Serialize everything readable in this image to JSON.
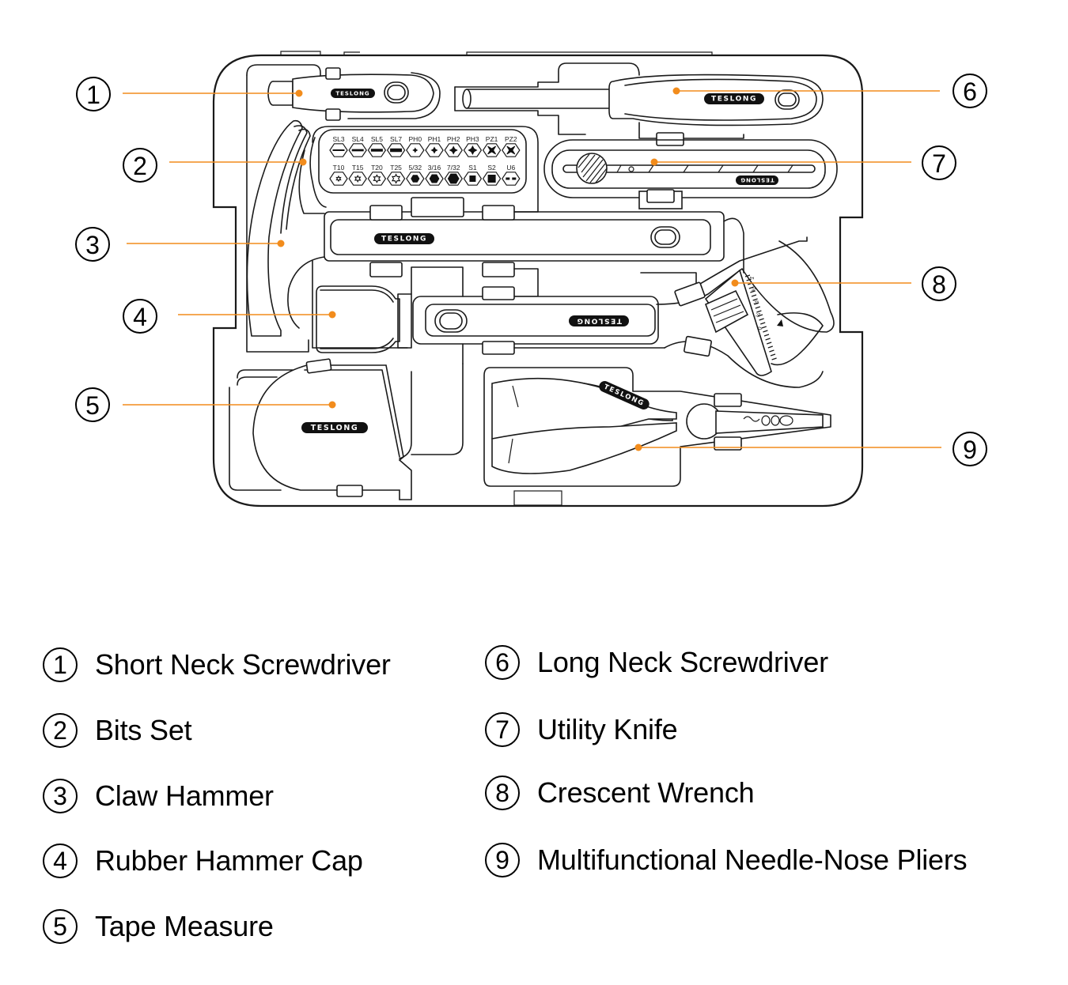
{
  "brand": "TESLONG",
  "colors": {
    "accent": "#f28c1c",
    "line": "#1a1a1a",
    "background": "#ffffff"
  },
  "callouts": [
    {
      "num": "1",
      "label": "Short Neck Screwdriver"
    },
    {
      "num": "2",
      "label": "Bits Set"
    },
    {
      "num": "3",
      "label": "Claw Hammer"
    },
    {
      "num": "4",
      "label": "Rubber Hammer Cap"
    },
    {
      "num": "5",
      "label": "Tape Measure"
    },
    {
      "num": "6",
      "label": "Long Neck Screwdriver"
    },
    {
      "num": "7",
      "label": "Utility Knife"
    },
    {
      "num": "8",
      "label": "Crescent Wrench"
    },
    {
      "num": "9",
      "label": "Multifunctional Needle-Nose Pliers"
    }
  ],
  "bits": {
    "row1": [
      {
        "label": "SL3",
        "icon": "slot-thin"
      },
      {
        "label": "SL4",
        "icon": "slot"
      },
      {
        "label": "SL5",
        "icon": "slot-thick"
      },
      {
        "label": "SL7",
        "icon": "slot-xthick"
      },
      {
        "label": "PH0",
        "icon": "phillips-s"
      },
      {
        "label": "PH1",
        "icon": "phillips-m"
      },
      {
        "label": "PH2",
        "icon": "phillips-l"
      },
      {
        "label": "PH3",
        "icon": "phillips-xl"
      },
      {
        "label": "PZ1",
        "icon": "pozidriv"
      },
      {
        "label": "PZ2",
        "icon": "pozidriv"
      }
    ],
    "row2": [
      {
        "label": "T10",
        "icon": "torx-s"
      },
      {
        "label": "T15",
        "icon": "torx-m"
      },
      {
        "label": "T20",
        "icon": "torx-l"
      },
      {
        "label": "T25",
        "icon": "torx-xl"
      },
      {
        "label": "5/32",
        "icon": "hex-s"
      },
      {
        "label": "3/16",
        "icon": "hex-m"
      },
      {
        "label": "7/32",
        "icon": "hex-l"
      },
      {
        "label": "S1",
        "icon": "square-s"
      },
      {
        "label": "S2",
        "icon": "square-l"
      },
      {
        "label": "U6",
        "icon": "spanner"
      }
    ]
  },
  "wrench_scale": [
    "0",
    "¼",
    "½",
    "¾",
    "1"
  ]
}
